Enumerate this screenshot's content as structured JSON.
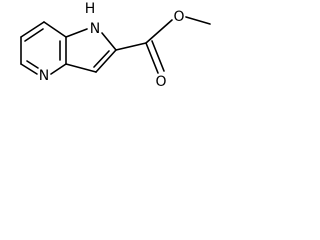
{
  "molecule": {
    "atoms": {
      "nh": "H",
      "n_pyrrole": "N",
      "n_pyridine": "N",
      "o_carbonyl": "O",
      "o_ester": "O"
    }
  }
}
